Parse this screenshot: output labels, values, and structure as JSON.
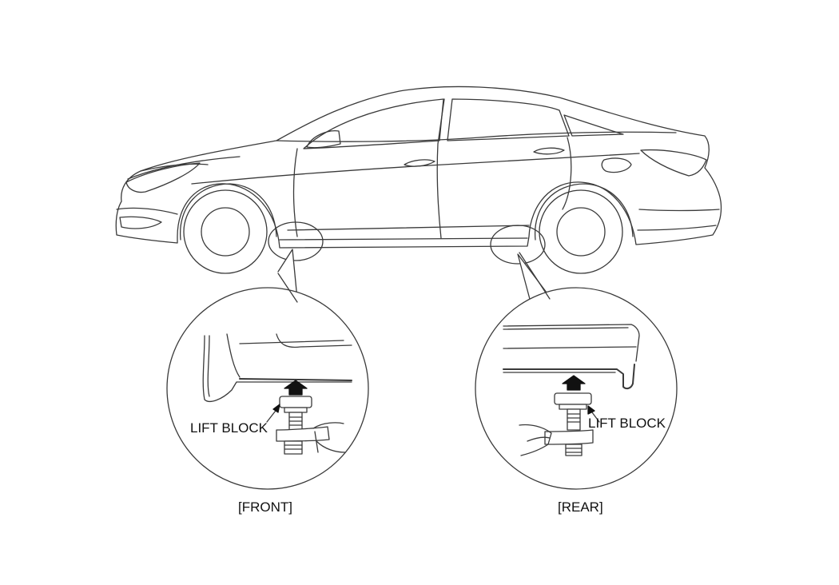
{
  "labels": {
    "front_lift_block": "LIFT BLOCK",
    "rear_lift_block": "LIFT BLOCK",
    "front_caption": "[FRONT]",
    "rear_caption": "[REAR]"
  },
  "colors": {
    "line": "#3a3a3a",
    "fill": "#ffffff",
    "arrow": "#111111"
  }
}
